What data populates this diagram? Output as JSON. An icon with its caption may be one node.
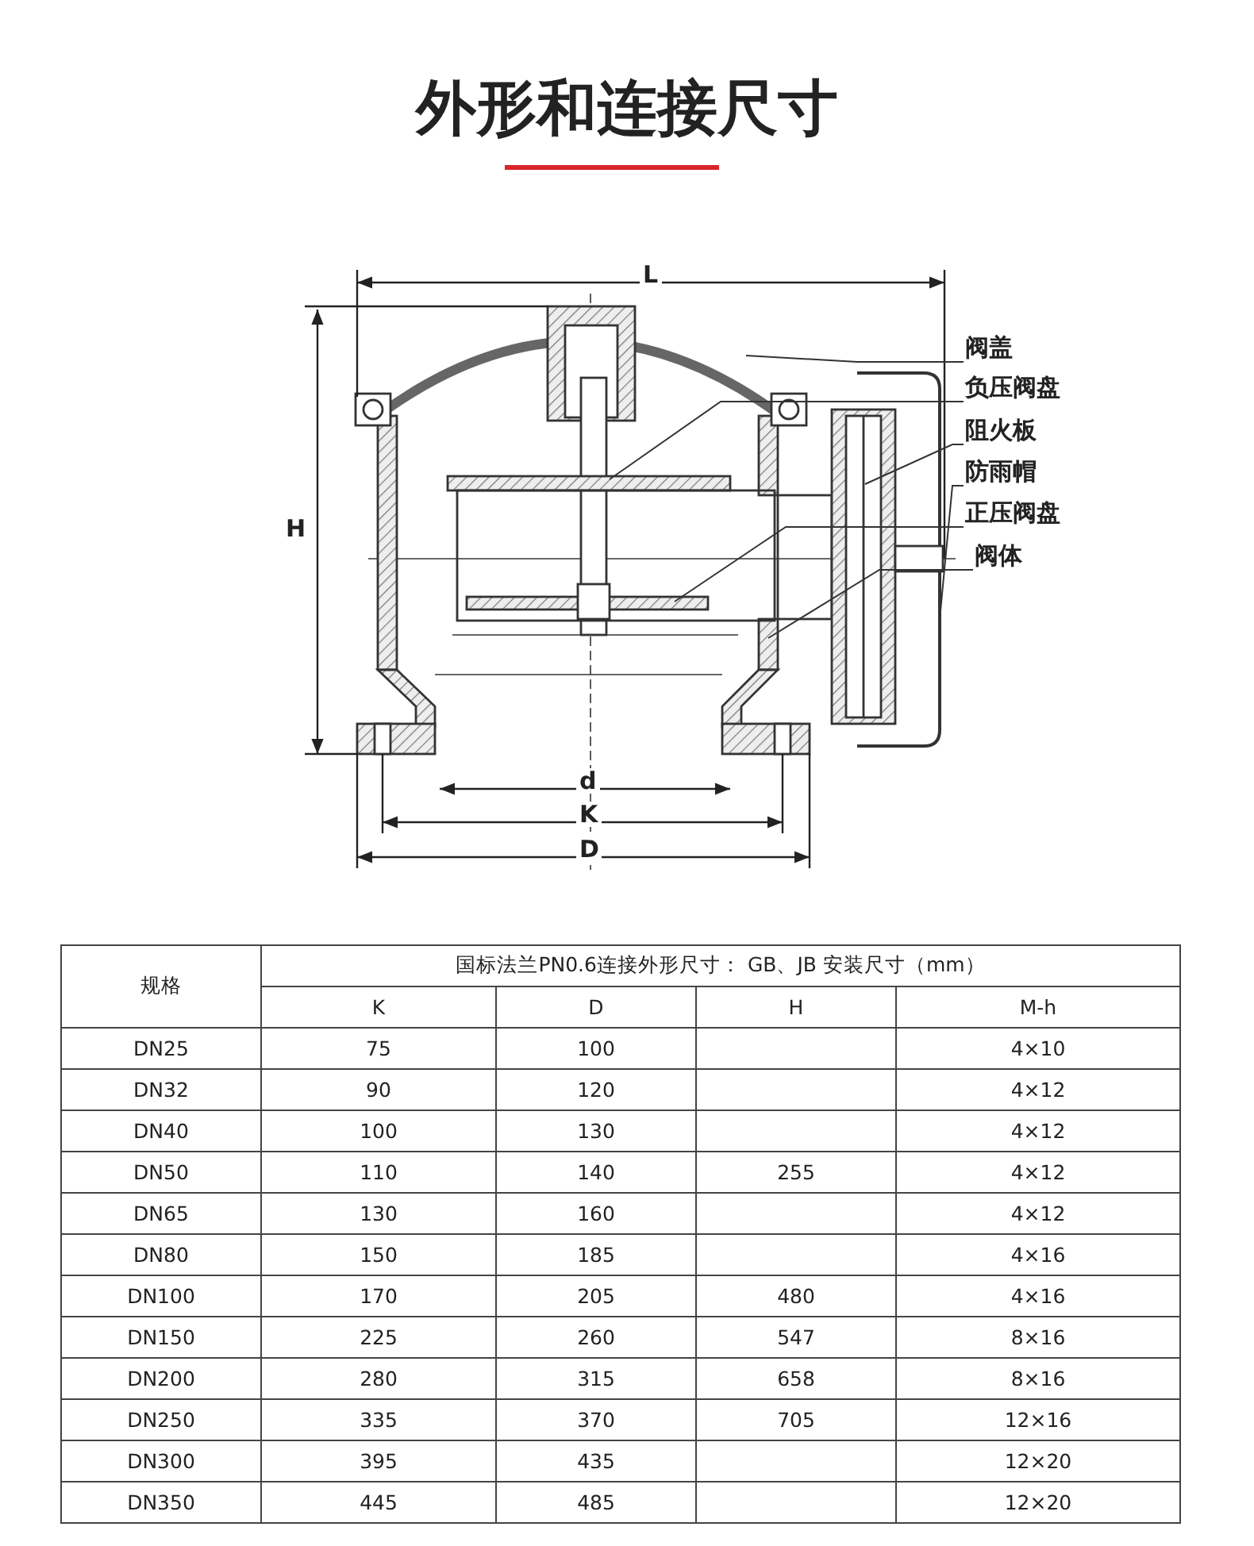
{
  "diagram": {
    "title": "外形和连接尺寸",
    "nodes": [
      {
        "text": [
          "阀盖"
        ]
      },
      {
        "text": [
          "负压阀盘"
        ]
      },
      {
        "text": [
          "阻火板"
        ]
      },
      {
        "text": [
          "防雨帽"
        ]
      },
      {
        "text": [
          "正压阀盘"
        ]
      },
      {
        "text": [
          "阀体"
        ]
      }
    ],
    "edges": [
      {
        "from": 0,
        "to": null,
        "arrow": "none"
      },
      {
        "from": 1,
        "to": null,
        "arrow": "none"
      },
      {
        "from": 2,
        "to": null,
        "arrow": "none"
      },
      {
        "from": 3,
        "to": null,
        "arrow": "none"
      },
      {
        "from": 4,
        "to": null,
        "arrow": "none"
      },
      {
        "from": 5,
        "to": null,
        "arrow": "none"
      }
    ],
    "labels": [
      "L",
      "H",
      "d",
      "K",
      "D",
      "规格",
      "国标法兰PN0.6连接外形尺寸： GB、JB 安装尺寸（mm）",
      "K",
      "D",
      "H",
      "M-h",
      "DN25",
      "75",
      "100",
      "4×10",
      "DN32",
      "90",
      "120",
      "4×12",
      "DN40",
      "100",
      "130",
      "4×12",
      "DN50",
      "110",
      "140",
      "255",
      "4×12",
      "DN65",
      "130",
      "160",
      "4×12",
      "DN80",
      "150",
      "185",
      "4×16",
      "DN100",
      "170",
      "205",
      "480",
      "4×16",
      "DN150",
      "225",
      "260",
      "547",
      "8×16",
      "DN200",
      "280",
      "315",
      "658",
      "8×16",
      "DN250",
      "335",
      "370",
      "705",
      "12×16",
      "DN300",
      "395",
      "435",
      "12×20",
      "DN350",
      "445",
      "485",
      "12×20"
    ]
  }
}
